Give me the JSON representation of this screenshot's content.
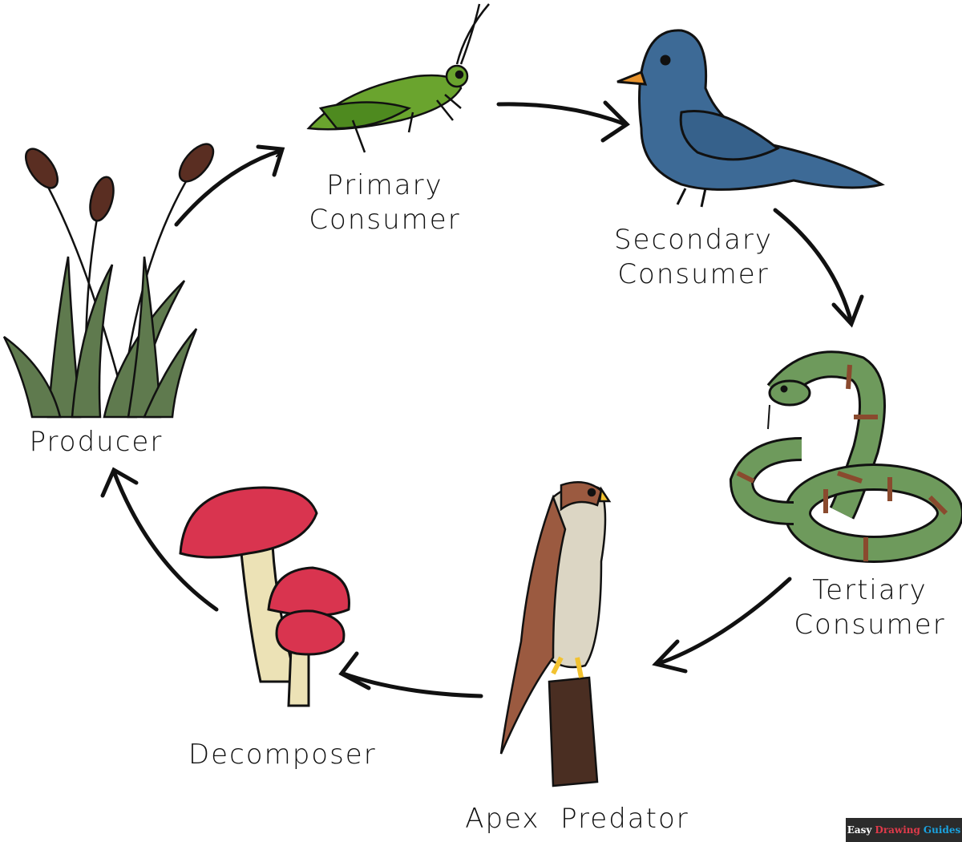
{
  "labels": {
    "producer": [
      "Producer"
    ],
    "primary": [
      "Primary",
      "Consumer"
    ],
    "secondary": [
      "Secondary",
      "Consumer"
    ],
    "tertiary": [
      "Tertiary",
      "Consumer"
    ],
    "apex": [
      "Apex  Predator"
    ],
    "decomposer": [
      "Decomposer"
    ]
  },
  "watermark": {
    "word1": "Easy",
    "word2": "Drawing",
    "word3": "Guides"
  },
  "colors": {
    "grasshopper": "#6aa42e",
    "bird": "#3d6a96",
    "snake": "#6e9a5c",
    "snake_band": "#8a4a2e",
    "hawk": "#9b5a40",
    "mushroom": "#d9344f",
    "reed": "#5f7a4e",
    "cattail": "#5a2e22",
    "watermark_red": "#e03a4a",
    "watermark_blue": "#1aa3e0"
  }
}
